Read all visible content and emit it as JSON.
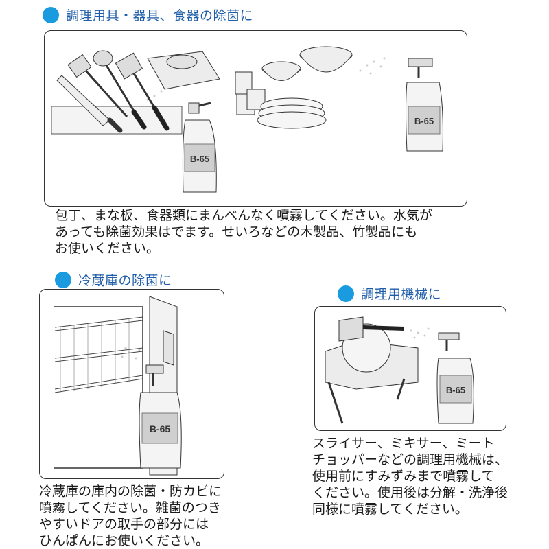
{
  "sections": [
    {
      "title": "調理用具・器具、食器の除菌に",
      "lines": [
        "包丁、まな板、食器類にまんべんなく噴霧してください。水気が",
        "あっても除菌効果はでます。せいろなどの木製品、竹製品にも",
        "お使いください。"
      ]
    },
    {
      "title": "冷蔵庫の除菌に",
      "lines": [
        "冷蔵庫の庫内の除菌・防カビに",
        "噴霧してください。雑菌のつき",
        "やすいドアの取手の部分には",
        "ひんぱんにお使いください。"
      ]
    },
    {
      "title": "調理用機械に",
      "lines": [
        "スライサー、ミキサー、ミート",
        "チョッパーなどの調理用機械は、",
        "使用前にすみずみまで噴霧して",
        "ください。使用後は分解・洗浄後",
        "同様に噴霧してください。"
      ]
    }
  ],
  "product_label": "B-65",
  "colors": {
    "accent": "#1a9be0",
    "heading": "#1e5da8"
  }
}
